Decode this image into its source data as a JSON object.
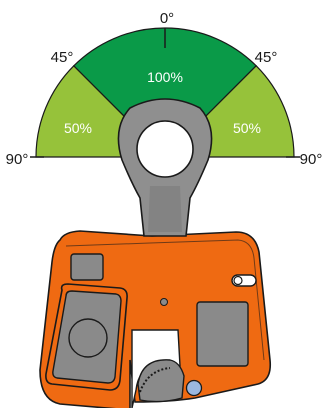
{
  "gauge": {
    "angle_top": "0°",
    "angle_left_45": "45°",
    "angle_right_45": "45°",
    "angle_left_90": "90°",
    "angle_right_90": "90°",
    "center_capacity": "100%",
    "left_capacity": "50%",
    "right_capacity": "50%"
  },
  "colors": {
    "full_capacity_zone": "#0a9a48",
    "reduced_capacity_zone": "#96c23a",
    "clamp_body": "#ef6a12",
    "shackle": "#8f8f8f",
    "plate": "#8a8a8a",
    "outline": "#1a1a1a",
    "indicator_dot": "#9bb8e0"
  }
}
